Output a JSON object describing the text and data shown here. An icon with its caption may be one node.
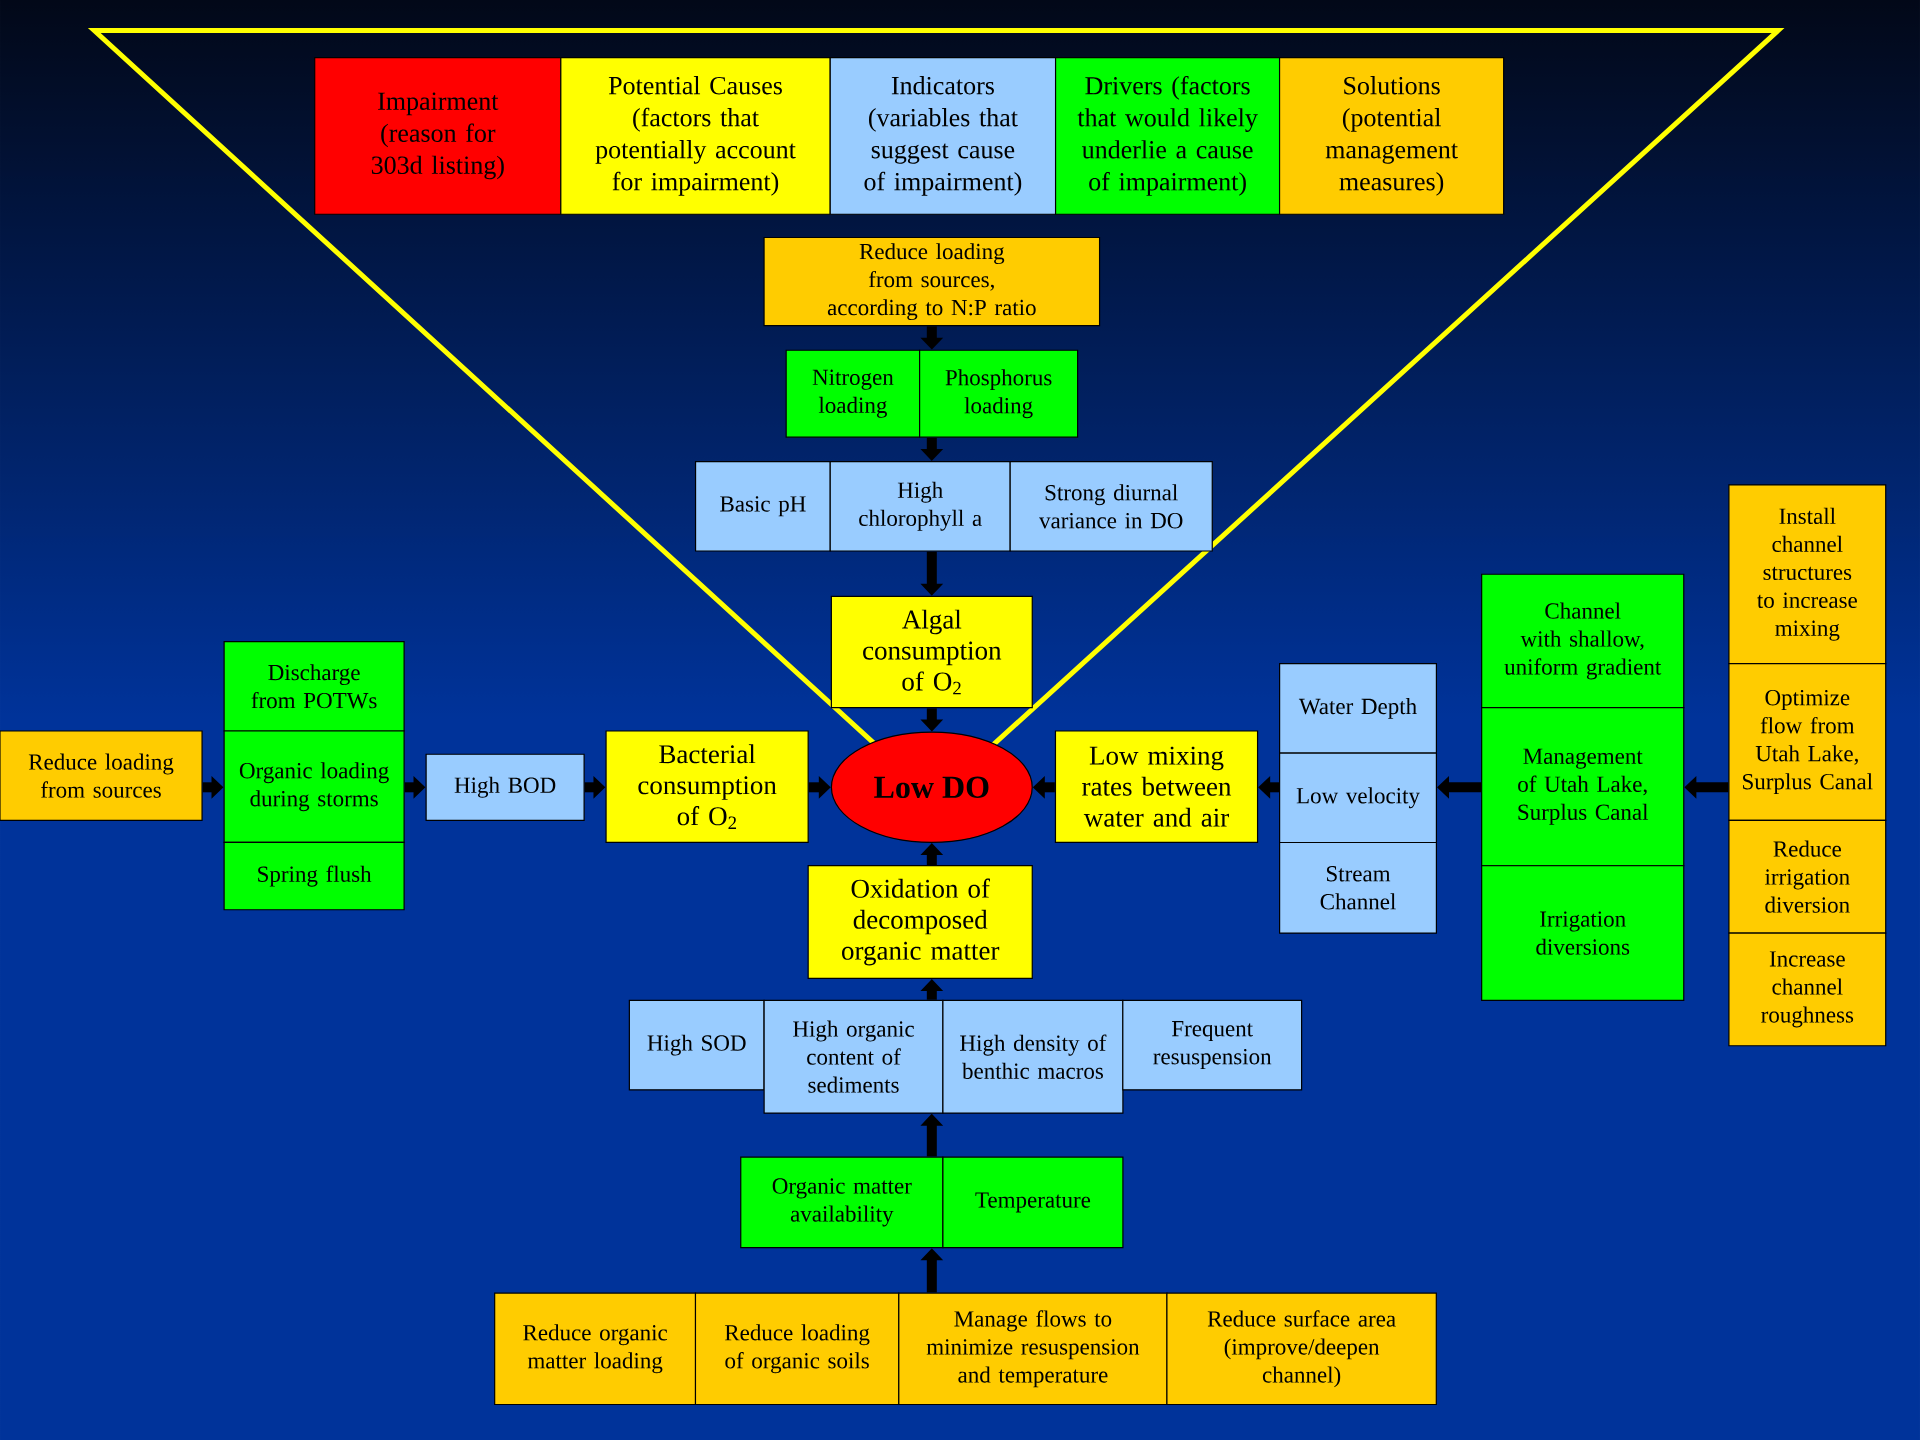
{
  "diagram": {
    "nodes": [
      {
        "text": [
          "Impairment (reason for 303d listing)"
        ]
      },
      {
        "text": [
          "Potential Causes (factors that potentially account for impairment)"
        ]
      },
      {
        "text": [
          "Indicators (variables that suggest cause of impairment)"
        ]
      },
      {
        "text": [
          "Drivers (factors that would likely underlie a cause of impairment)"
        ]
      },
      {
        "text": [
          "Solutions (potential management measures)"
        ]
      },
      {
        "text": [
          "Reduce loading from sources, according to N:P ratio"
        ]
      },
      {
        "text": [
          "Nitrogen loading"
        ]
      },
      {
        "text": [
          "Phosphorus loading"
        ]
      },
      {
        "text": [
          "Basic pH"
        ]
      },
      {
        "text": [
          "High chlorophyll a"
        ]
      },
      {
        "text": [
          "Strong diurnal variance in DO"
        ]
      },
      {
        "text": [
          "Algal consumption of O$_{2}$"
        ]
      },
      {
        "text": [
          "Reduce loading from sources"
        ]
      },
      {
        "text": [
          "Discharge from POTWs"
        ]
      },
      {
        "text": [
          "Organic loading during storms"
        ]
      },
      {
        "text": [
          "Spring flush"
        ]
      },
      {
        "text": [
          "High BOD"
        ]
      },
      {
        "text": [
          "Bacterial consumption of O$_{2}$"
        ]
      },
      {
        "text": [
          "Low DO"
        ]
      },
      {
        "text": [
          "Low mixing rates between water and air"
        ]
      },
      {
        "text": [
          "Water Depth"
        ]
      },
      {
        "text": [
          "Low velocity"
        ]
      },
      {
        "text": [
          "Stream Channel"
        ]
      },
      {
        "text": [
          "Channel with shallow, uniform gradient"
        ]
      },
      {
        "text": [
          "Management of Utah Lake, Surplus Canal"
        ]
      },
      {
        "text": [
          "Irrigation diversions"
        ]
      },
      {
        "text": [
          "Install channel structures to increase mixing"
        ]
      },
      {
        "text": [
          "Optimize flow from Utah Lake, Surplus Canal"
        ]
      },
      {
        "text": [
          "Reduce irrigation diversion"
        ]
      },
      {
        "text": [
          "Increase channel roughness"
        ]
      },
      {
        "text": [
          "Oxidation of decomposed organic matter"
        ]
      },
      {
        "text": [
          "High SOD"
        ]
      },
      {
        "text": [
          "High organic content of sediments"
        ]
      },
      {
        "text": [
          "High density of benthic macros"
        ]
      },
      {
        "text": [
          "Frequent resuspension"
        ]
      },
      {
        "text": [
          "Organic matter availability"
        ]
      },
      {
        "text": [
          "Temperature"
        ]
      },
      {
        "text": [
          "Reduce organic matter loading"
        ]
      },
      {
        "text": [
          "Reduce loading of organic soils"
        ]
      },
      {
        "text": [
          "Manage flows to minimize resuspension and temperature"
        ]
      },
      {
        "text": [
          "Reduce surface area (improve/deepen channel)"
        ]
      }
    ],
    "edges": [
      {
        "from": 5,
        "to": 7,
        "arrow": "to"
      },
      {
        "from": 7,
        "to": 9,
        "arrow": "to"
      },
      {
        "from": 9,
        "to": 11,
        "arrow": "to"
      },
      {
        "from": 11,
        "to": 18,
        "arrow": "to"
      },
      {
        "from": 12,
        "to": 14,
        "arrow": "to"
      },
      {
        "from": 14,
        "to": 16,
        "arrow": "to"
      },
      {
        "from": 16,
        "to": 17,
        "arrow": "to"
      },
      {
        "from": 17,
        "to": 18,
        "arrow": "to"
      },
      {
        "from": 27,
        "to": 24,
        "arrow": "to"
      },
      {
        "from": 24,
        "to": 21,
        "arrow": "to"
      },
      {
        "from": 21,
        "to": 19,
        "arrow": "to"
      },
      {
        "from": 19,
        "to": 18,
        "arrow": "to"
      },
      {
        "from": 39,
        "to": 35,
        "arrow": "to"
      },
      {
        "from": 35,
        "to": 32,
        "arrow": "to"
      },
      {
        "from": 32,
        "to": 30,
        "arrow": "to"
      },
      {
        "from": 30,
        "to": 18,
        "arrow": "to"
      }
    ]
  }
}
